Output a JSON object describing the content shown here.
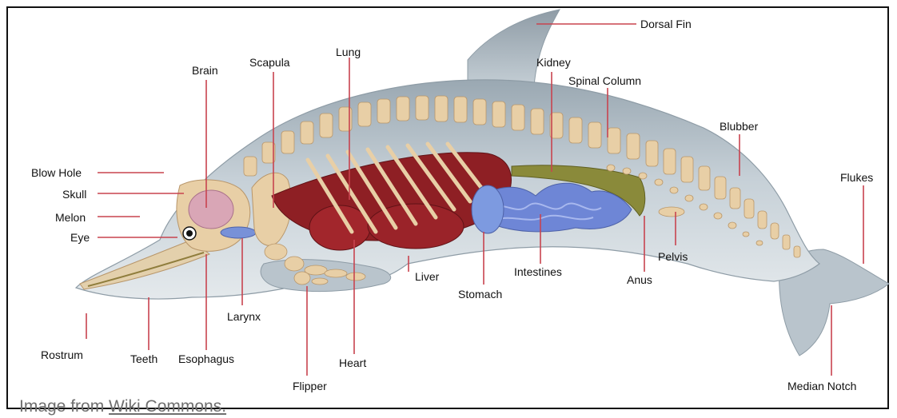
{
  "labels": {
    "dorsal_fin": "Dorsal Fin",
    "kidney": "Kidney",
    "spinal_column": "Spinal Column",
    "lung": "Lung",
    "scapula": "Scapula",
    "brain": "Brain",
    "blubber": "Blubber",
    "blow_hole": "Blow Hole",
    "skull": "Skull",
    "melon": "Melon",
    "eye": "Eye",
    "flukes": "Flukes",
    "pelvis": "Pelvis",
    "liver": "Liver",
    "intestines": "Intestines",
    "anus": "Anus",
    "stomach": "Stomach",
    "larynx": "Larynx",
    "rostrum": "Rostrum",
    "teeth": "Teeth",
    "esophagus": "Esophagus",
    "heart": "Heart",
    "flipper": "Flipper",
    "median_notch": "Median Notch"
  },
  "caption": {
    "prefix": "Image from ",
    "link": "Wiki Commons."
  },
  "colors": {
    "body": "#c9d3da",
    "body_edge": "#8e9ca6",
    "bone": "#e8cfa6",
    "organ_red": "#8e1f24",
    "intestine_blue": "#6e86d6",
    "leader_line": "#c8434f"
  }
}
